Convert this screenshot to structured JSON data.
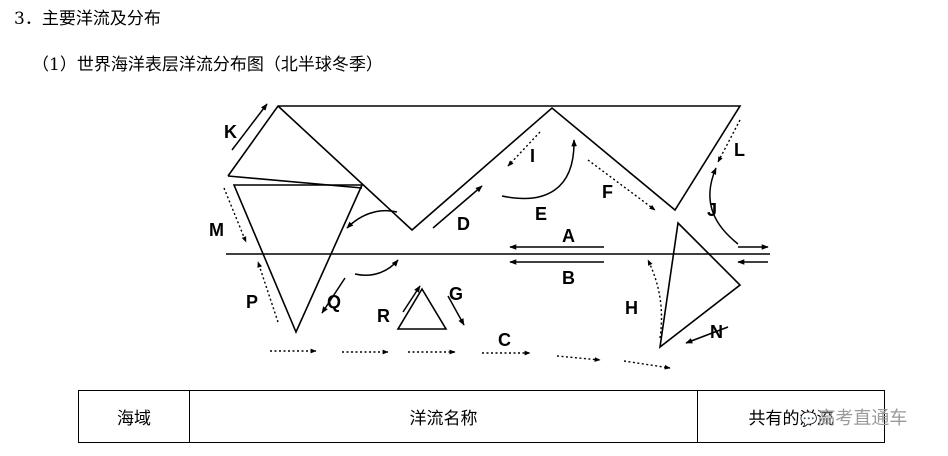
{
  "heading": "3．主要洋流及分布",
  "subheading": "（1）世界海洋表层洋流分布图（北半球冬季）",
  "map_labels": {
    "A": "A",
    "B": "B",
    "C": "C",
    "D": "D",
    "E": "E",
    "F": "F",
    "G": "G",
    "H": "H",
    "I": "I",
    "J": "J",
    "K": "K",
    "L": "L",
    "M": "M",
    "N": "N",
    "P": "P",
    "Q": "Q",
    "R": "R"
  },
  "table": {
    "headers": [
      "海域",
      "洋流名称",
      "共有的洋流"
    ]
  },
  "watermark": {
    "icon": "chat-bubble-icon",
    "text": "高考直通车"
  }
}
